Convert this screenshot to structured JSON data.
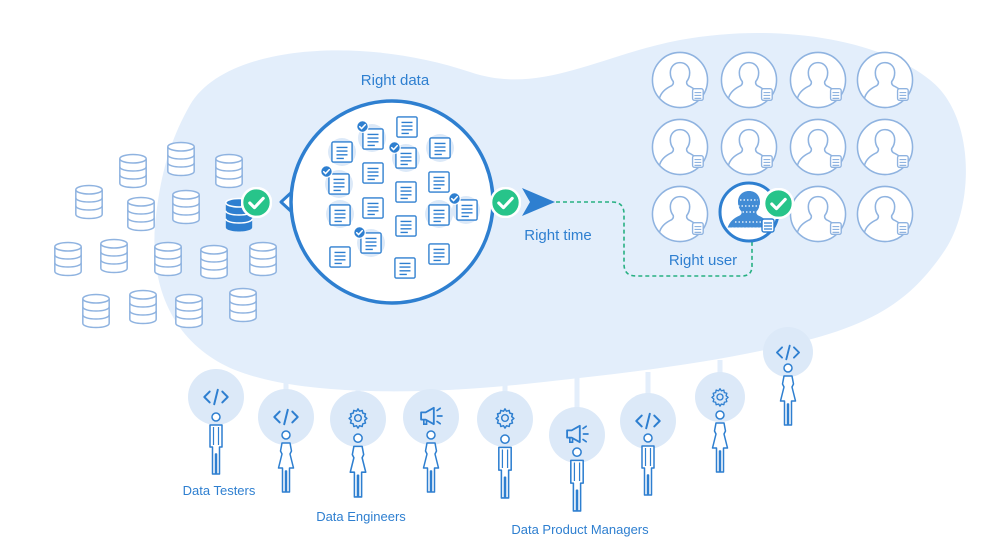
{
  "labels": {
    "right_data": "Right data",
    "right_time": "Right time",
    "right_user": "Right user"
  },
  "roles": {
    "testers": "Data Testers",
    "engineers": "Data Engineers",
    "product_managers": "Data Product Managers"
  },
  "colors": {
    "primary": "#2e7fd0",
    "soft_blob": "#e2edfb",
    "bubble": "#dce9f8",
    "check_green": "#27c48a",
    "outline": "#8fb3e0"
  },
  "icons": {
    "developer": "code-brackets-icon",
    "engineer": "gear-icon",
    "manager": "megaphone-icon",
    "database": "database-icon",
    "document": "document-icon",
    "user": "user-avatar-icon",
    "check": "check-badge-icon"
  }
}
